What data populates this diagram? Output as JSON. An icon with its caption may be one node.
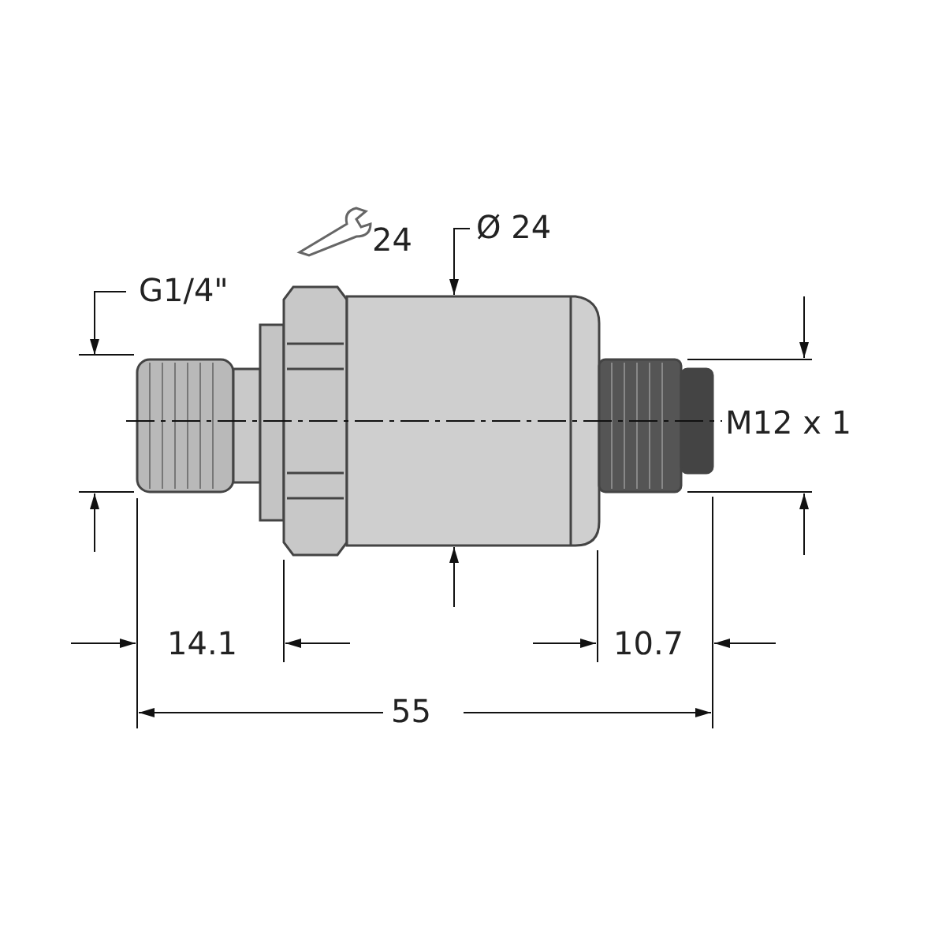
{
  "diagram": {
    "labels": [
      "G1/4\"",
      "24",
      "Ø 24",
      "M12 x 1",
      "14.1",
      "10.7",
      "55"
    ]
  }
}
